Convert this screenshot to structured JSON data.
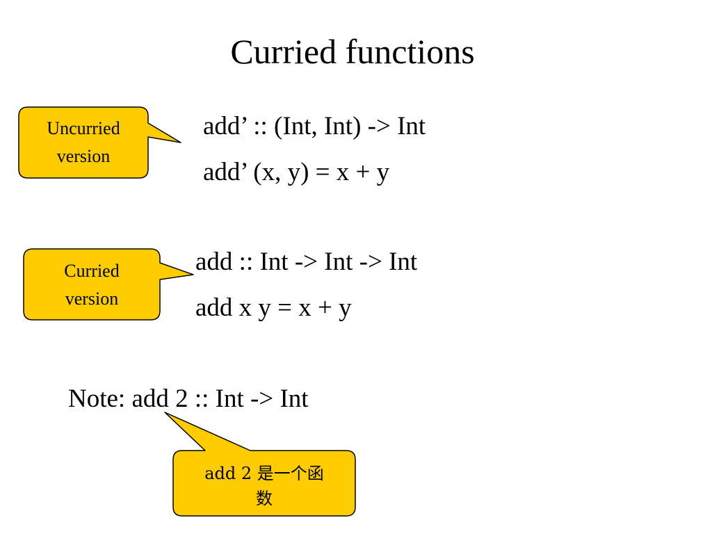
{
  "slide": {
    "title": "Curried functions"
  },
  "uncurried": {
    "signature": "add’ :: (Int, Int) -> Int",
    "definition": "add’ (x, y) = x + y",
    "callout_line1": "Uncurried",
    "callout_line2": "version"
  },
  "curried": {
    "signature": "add :: Int -> Int -> Int",
    "definition": "add x y = x + y",
    "callout_line1": "Curried",
    "callout_line2": "version"
  },
  "note": {
    "text": "Note: add 2 :: Int -> Int",
    "callout_line1": "add 2 是一个函",
    "callout_line2": "数"
  },
  "colors": {
    "callout_fill": "#FFCC00",
    "callout_stroke": "#000000",
    "text": "#000000",
    "background": "#FFFFFF"
  }
}
